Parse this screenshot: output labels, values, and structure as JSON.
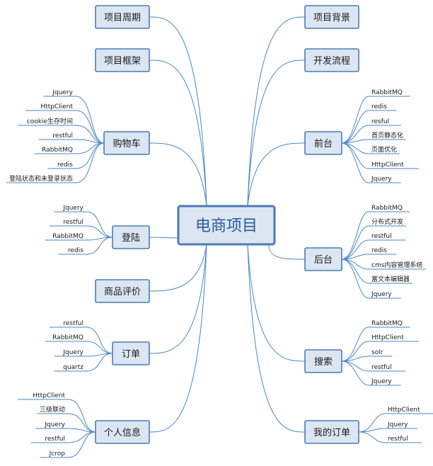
{
  "center": "电商项目",
  "branches": {
    "left": [
      {
        "id": "xiangmu-zhouqi",
        "label": "项目周期",
        "leaves": []
      },
      {
        "id": "xiangmu-kuangjia",
        "label": "项目框架",
        "leaves": []
      },
      {
        "id": "gouwuche",
        "label": "购物车",
        "leaves": [
          "Jquery",
          "HttpClient",
          "cookie生存时间",
          "restful",
          "RabbitMQ",
          "redis",
          "登陆状态和未登录状态"
        ]
      },
      {
        "id": "denglu",
        "label": "登陆",
        "leaves": [
          "Jquery",
          "restful",
          "RabbitMQ",
          "redis"
        ]
      },
      {
        "id": "shangpin-pingjia",
        "label": "商品评价",
        "leaves": []
      },
      {
        "id": "dingdan",
        "label": "订单",
        "leaves": [
          "restful",
          "RabbitMQ",
          "Jquery",
          "quartz"
        ]
      },
      {
        "id": "geren-xinxi",
        "label": "个人信息",
        "leaves": [
          "HttpClient",
          "三级联动",
          "Jquery",
          "restful",
          "Jcrop"
        ]
      }
    ],
    "right": [
      {
        "id": "xiangmu-beijing",
        "label": "项目背景",
        "leaves": []
      },
      {
        "id": "kaifa-liucheng",
        "label": "开发流程",
        "leaves": []
      },
      {
        "id": "qiantai",
        "label": "前台",
        "leaves": [
          "RabbitMQ",
          "redis",
          "resful",
          "首页静态化",
          "页面优化",
          "HttpClient",
          "Jquery"
        ]
      },
      {
        "id": "houtai",
        "label": "后台",
        "leaves": [
          "RabbitMQ",
          "分布式开发",
          "restful",
          "redis",
          "cms内容管理系统",
          "富文本编辑器",
          "Jquery"
        ]
      },
      {
        "id": "sousuo",
        "label": "搜索",
        "leaves": [
          "RabbitMQ",
          "HttpClient",
          "solr",
          "restful",
          "Jquery"
        ]
      },
      {
        "id": "wode-dingdan",
        "label": "我的订单",
        "leaves": [
          "HttpClient",
          "Jquery",
          "restful"
        ]
      }
    ]
  }
}
